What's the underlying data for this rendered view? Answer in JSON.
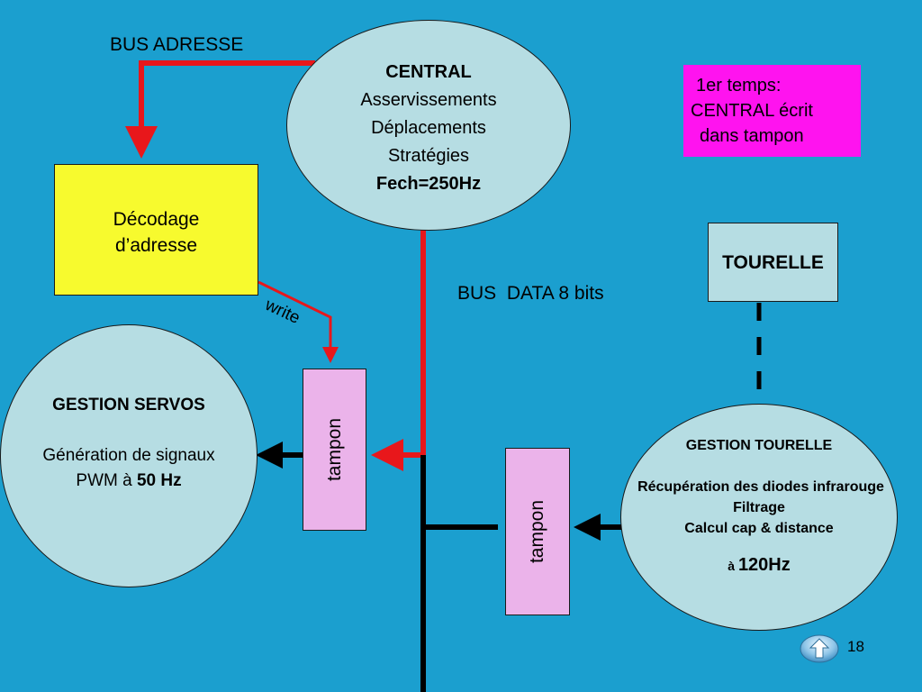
{
  "colors": {
    "background": "#1b9fcf",
    "ellipse_fill": "#b6dde3",
    "decoder_fill": "#f7fa2e",
    "tampon_fill": "#ebb3ea",
    "note_fill": "#ff13ef",
    "bus_red": "#e8171b"
  },
  "labels": {
    "bus_adresse": "BUS ADRESSE",
    "bus_data": "BUS  DATA 8 bits",
    "write": "write"
  },
  "central": {
    "title": "CENTRAL",
    "line1": "Asservissements",
    "line2": "Déplacements",
    "line3": "Stratégies",
    "freq": "Fech=250Hz"
  },
  "decodage": {
    "line1": "Décodage",
    "line2": "d’adresse"
  },
  "note": {
    "line1": "1er temps:",
    "line2": "CENTRAL écrit",
    "line3": "dans tampon"
  },
  "tourelle": {
    "label": "TOURELLE"
  },
  "servos": {
    "title": "GESTION SERVOS",
    "line1": "Génération de signaux",
    "line2_prefix": "PWM à ",
    "line2_bold": "50 Hz"
  },
  "gestion_tourelle": {
    "title": "GESTION TOURELLE",
    "line1": "Récupération des diodes infrarouge",
    "line2": "Filtrage",
    "line3": "Calcul cap & distance",
    "freq_prefix": "à ",
    "freq": "120Hz"
  },
  "tampon_left": {
    "label": "tampon"
  },
  "tampon_right": {
    "label": "tampon"
  },
  "nav": {
    "home_icon": "up-arrow-icon",
    "page_number": "18"
  }
}
